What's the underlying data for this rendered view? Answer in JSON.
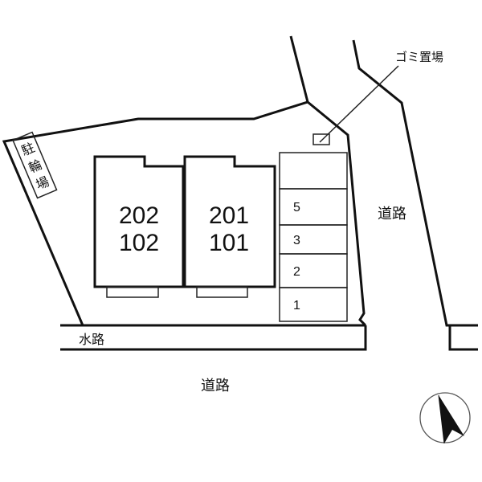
{
  "colors": {
    "building_fill": "#fbf7a0",
    "line": "#111111",
    "background": "#ffffff"
  },
  "labels": {
    "garbage_area": "ゴミ置場",
    "bicycle_parking": [
      "駐",
      "輪",
      "場"
    ],
    "road_east": "道路",
    "road_south": "道路",
    "waterway": "水路"
  },
  "buildings": [
    {
      "upper_unit": "202",
      "lower_unit": "102"
    },
    {
      "upper_unit": "201",
      "lower_unit": "101"
    }
  ],
  "parking_spaces": [
    "",
    "5",
    "3",
    "2",
    "1"
  ],
  "compass": {
    "icon": "north-arrow-icon"
  }
}
